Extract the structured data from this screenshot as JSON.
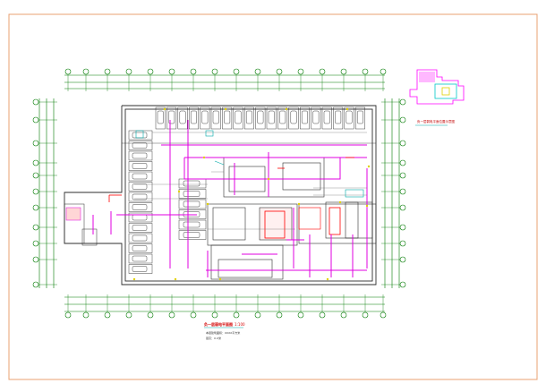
{
  "drawing": {
    "main_title": "负一层弱电平面图",
    "main_scale": "1:100",
    "notes": [
      "本层建筑面积：XXXX平方米",
      "层高：X.X米"
    ],
    "key_plan_title": "负一层弱电平面位置示意图"
  },
  "colors": {
    "sheet_border": "#e8a070",
    "walls": "#2d2d2d",
    "dimensions": "#007a00",
    "cable_trunk": "#e000e0",
    "equipment_red": "#ff0000",
    "room_fill_pink": "#ffd6d6",
    "annotation_teal": "#00a8a8",
    "key_plan_magenta": "#ff00ff",
    "key_plan_cyan": "#00c8c8",
    "key_plan_yellow": "#e0d000"
  }
}
